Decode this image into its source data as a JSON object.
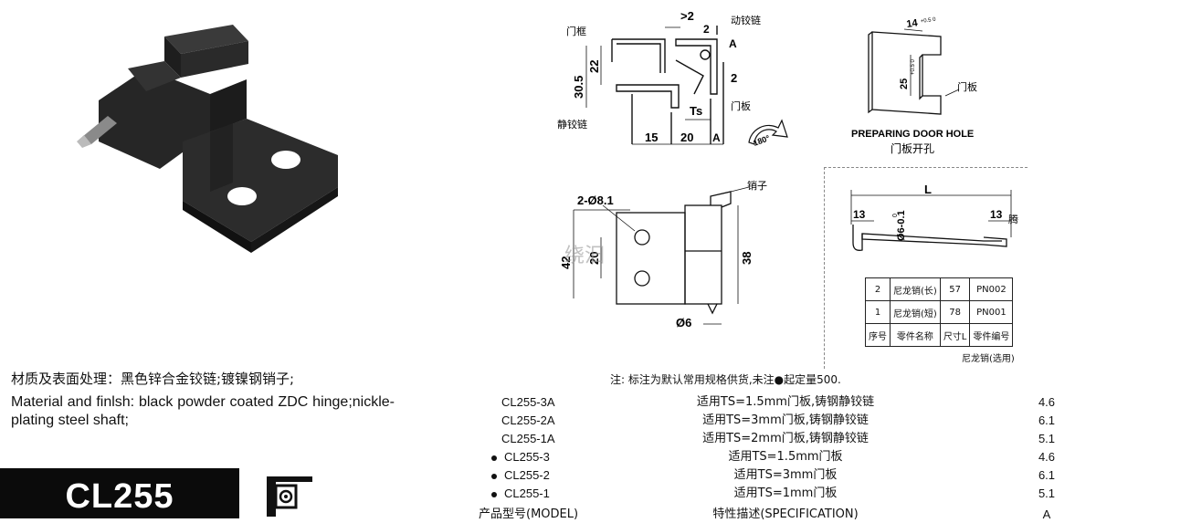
{
  "material": {
    "cn": "材质及表面处理：黑色锌合金铰链;镀镍钢销子;",
    "en": "Material and finlsh: black powder coated ZDC hinge;nickle-plating steel shaft;"
  },
  "model_title": "CL255",
  "note": "注: 标注为默认常用规格供货,未注●起定量500.",
  "spec_rows": [
    {
      "bullet": false,
      "model": "CL255-3A",
      "spec": "适用TS=1.5mm门板,铸钢静铰链",
      "a": "4.6"
    },
    {
      "bullet": false,
      "model": "CL255-2A",
      "spec": "适用TS=3mm门板,铸钢静铰链",
      "a": "6.1"
    },
    {
      "bullet": false,
      "model": "CL255-1A",
      "spec": "适用TS=2mm门板,铸钢静铰链",
      "a": "5.1"
    },
    {
      "bullet": true,
      "model": "CL255-3",
      "spec": "适用TS=1.5mm门板",
      "a": "4.6"
    },
    {
      "bullet": true,
      "model": "CL255-2",
      "spec": "适用TS=3mm门板",
      "a": "6.1"
    },
    {
      "bullet": true,
      "model": "CL255-1",
      "spec": "适用TS=1mm门板",
      "a": "5.1"
    }
  ],
  "spec_header": {
    "model": "产品型号(MODEL)",
    "spec": "特性描述(SPECIFICATION)",
    "a": "A"
  },
  "drawing_top": {
    "door_frame": "门框",
    "moving_hinge": "动铰链",
    "static_hinge": "静铰链",
    "door_panel": "门板",
    "dim_gt2": ">2",
    "dim_2a": "2",
    "dim_a": "A",
    "dim_2b": "2",
    "dim_30_5": "30.5",
    "dim_22": "22",
    "dim_ts": "Ts",
    "dim_15": "15",
    "dim_20": "20",
    "dim_a2": "A",
    "rotation": "180°"
  },
  "door_hole": {
    "title_en": "PREPARING DOOR HOLE",
    "title_cn": "门板开孔",
    "dim_14": "14",
    "tol_14": "+0.5 0",
    "dim_25": "25",
    "tol_25": "+0.5 0",
    "label": "门板"
  },
  "drawing_front": {
    "holes": "2-Ø8.1",
    "pin": "销子",
    "dim_42": "42",
    "dim_20": "20",
    "dim_38": "38",
    "dim_d6": "Ø6",
    "watermark": "绕汩"
  },
  "pin_drawing": {
    "dim_l": "L",
    "dim_13a": "13",
    "dim_13b": "13",
    "dia": "Ø6-0.1",
    "tol": "0",
    "side": "腾"
  },
  "parts_table": {
    "rows": [
      [
        "2",
        "尼龙销(长)",
        "57",
        "PN002"
      ],
      [
        "1",
        "尼龙销(短)",
        "78",
        "PN001"
      ],
      [
        "序号",
        "零件名称",
        "尺寸L",
        "零件编号"
      ]
    ],
    "caption": "尼龙销(选用)"
  }
}
